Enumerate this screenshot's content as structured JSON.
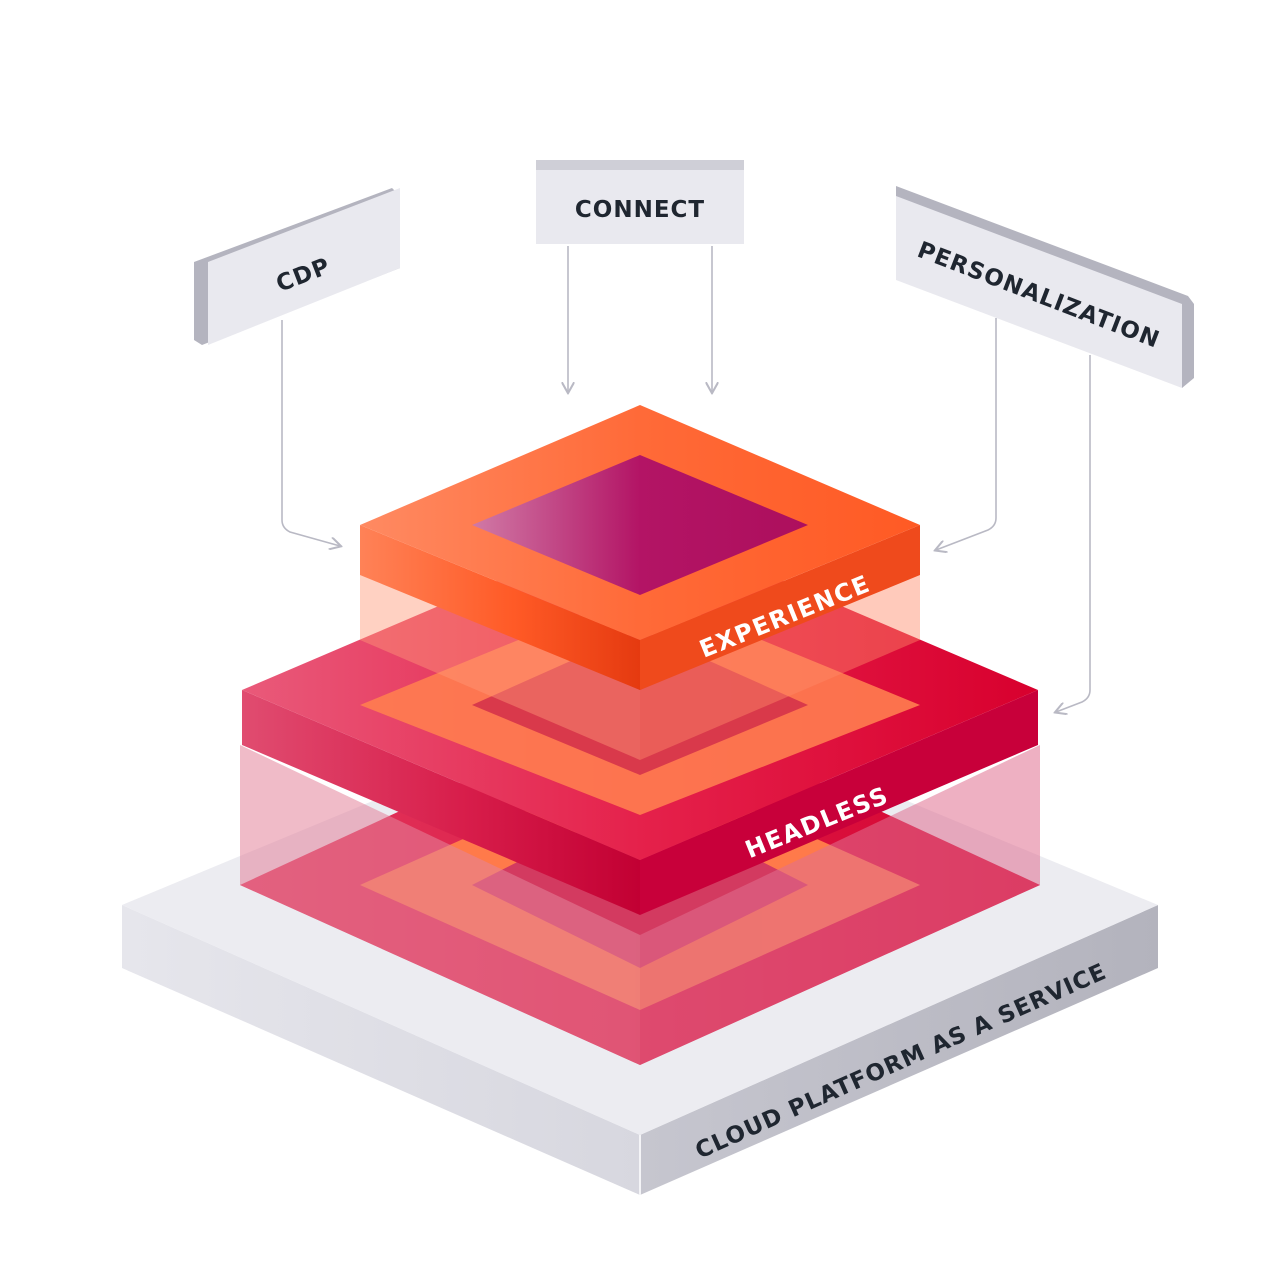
{
  "diagram": {
    "inputs": {
      "cdp": "CDP",
      "connect": "CONNECT",
      "personalization": "PERSONALIZATION"
    },
    "layers": {
      "experience": "EXPERIENCE",
      "headless": "HEADLESS",
      "platform": "CLOUD PLATFORM AS A SERVICE"
    },
    "colors": {
      "experience": "#ff5a2a",
      "headless": "#e0163f",
      "platform": "#e9e9ef",
      "core": "#b0135f",
      "arrow": "#b9b9c4"
    }
  }
}
